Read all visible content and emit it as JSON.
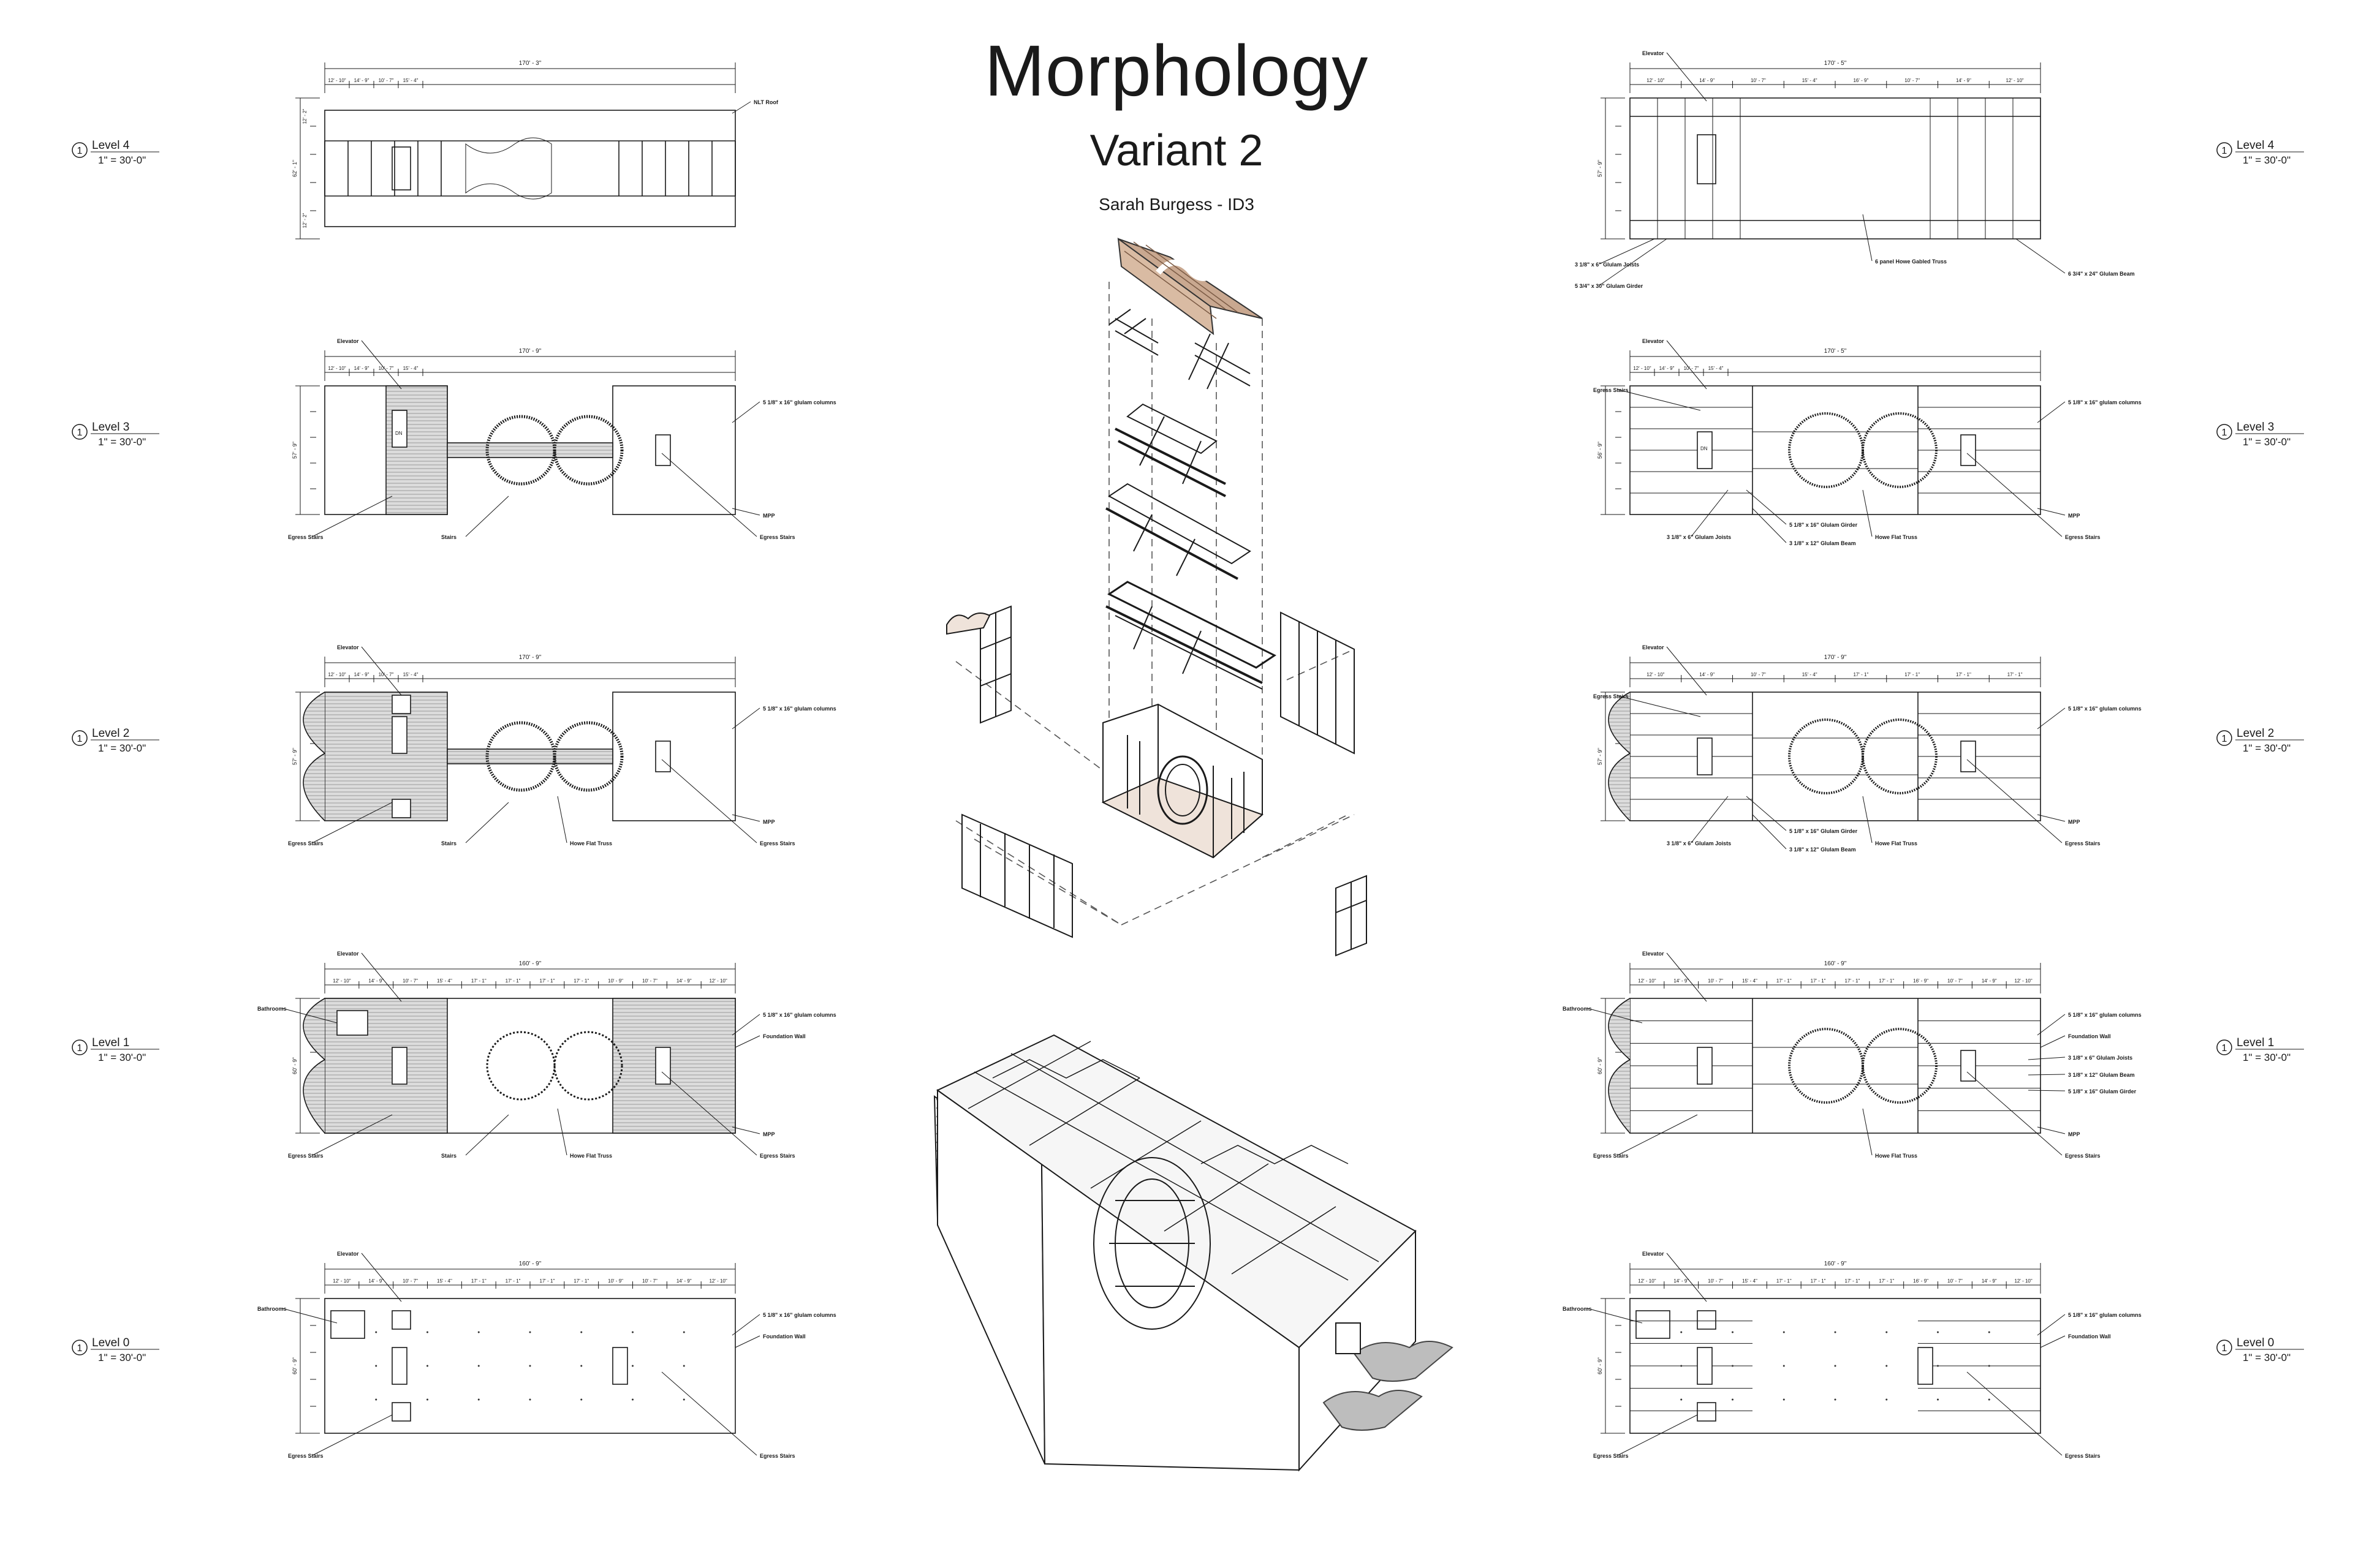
{
  "title": "Morphology",
  "subtitle": "Variant 2",
  "author": "Sarah Burgess - ID3",
  "scale": "1\" = 30'-0\"",
  "marker": "1",
  "left": [
    {
      "level": "Level 4",
      "overall": "170' - 3\"",
      "segs": [
        "12' - 10\"",
        "14' - 9\"",
        "10' - 7\"",
        "15' - 4\""
      ],
      "depth": "62' - 1\"",
      "dep_l": "12' - 2\"",
      "dep_b": "12' - 2\"",
      "notes": {
        "top_right": "NLT Roof"
      }
    },
    {
      "level": "Level 3",
      "overall": "170' - 9\"",
      "segs": [
        "12' - 10\"",
        "14' - 9\"",
        "10' - 7\"",
        "15' - 4\""
      ],
      "depth": "57' - 9\"",
      "notes": {
        "elevator": "Elevator",
        "col": "5 1/8\" x 16\" glulam columns",
        "mpp": "MPP",
        "egress_l": "Egress Stairs",
        "stairs": "Stairs",
        "egress_r": "Egress Stairs",
        "room": "DN"
      }
    },
    {
      "level": "Level 2",
      "overall": "170' - 9\"",
      "segs": [
        "12' - 10\"",
        "14' - 9\"",
        "10' - 7\"",
        "15' - 4\""
      ],
      "depth": "57' - 9\"",
      "notes": {
        "elevator": "Elevator",
        "col": "5 1/8\" x 16\" glulam columns",
        "mpp": "MPP",
        "egress_l": "Egress Stairs",
        "stairs": "Stairs",
        "truss": "Howe Flat Truss",
        "egress_r": "Egress Stairs"
      }
    },
    {
      "level": "Level 1",
      "overall": "160' - 9\"",
      "segs": [
        "12' - 10\"",
        "14' - 9\"",
        "10' - 7\"",
        "15' - 4\"",
        "17' - 1\"",
        "17' - 1\"",
        "17' - 1\"",
        "17' - 1\"",
        "10' - 9\"",
        "10' - 7\"",
        "14' - 9\"",
        "12' - 10\""
      ],
      "depth": "60' - 9\"",
      "notes": {
        "elevator": "Elevator",
        "bath": "Bathrooms",
        "col": "5 1/8\" x 16\" glulam columns",
        "fwall": "Foundation Wall",
        "mpp": "MPP",
        "egress_l": "Egress Stairs",
        "stairs": "Stairs",
        "truss": "Howe Flat Truss",
        "egress_r": "Egress Stairs"
      }
    },
    {
      "level": "Level 0",
      "overall": "160' - 9\"",
      "segs": [
        "12' - 10\"",
        "14' - 9\"",
        "10' - 7\"",
        "15' - 4\"",
        "17' - 1\"",
        "17' - 1\"",
        "17' - 1\"",
        "17' - 1\"",
        "10' - 9\"",
        "10' - 7\"",
        "14' - 9\"",
        "12' - 10\""
      ],
      "depth": "60' - 9\"",
      "notes": {
        "elevator": "Elevator",
        "bath": "Bathrooms",
        "col": "5 1/8\" x 16\" glulam columns",
        "fwall": "Foundation Wall",
        "egress_l": "Egress Stairs",
        "egress_r": "Egress Stairs"
      }
    }
  ],
  "right": [
    {
      "level": "Level 4",
      "overall": "170' - 5\"",
      "segs": [
        "12' - 10\"",
        "14' - 9\"",
        "10' - 7\"",
        "15' - 4\"",
        "16' - 9\"",
        "10' - 7\"",
        "14' - 9\"",
        "12' - 10\""
      ],
      "depth": "57' - 9\"",
      "notes": {
        "elevator": "Elevator",
        "truss": "6 panel Howe Gabled Truss",
        "joist": "3 1/8\" x 6\" Glulam Joists",
        "girder": "5 3/4\" x 30\" Glulam Girder",
        "beam": "6 3/4\" x 24\" Glulam Beam"
      }
    },
    {
      "level": "Level 3",
      "overall": "170' - 5\"",
      "segs": [
        "12' - 10\"",
        "14' - 9\"",
        "10' - 7\"",
        "15' - 4\""
      ],
      "depth": "56' - 9\"",
      "notes": {
        "elevator": "Elevator",
        "egress_t": "Egress Stairs",
        "col": "5 1/8\" x 16\" glulam columns",
        "mpp": "MPP",
        "joist": "3 1/8\" x 6\" Glulam Joists",
        "girder": "5 1/8\" x 16\" Glulam Girder",
        "beam": "3 1/8\" x 12\" Glulam Beam",
        "truss": "Howe Flat Truss",
        "egress_r": "Egress Stairs",
        "room": "DN"
      }
    },
    {
      "level": "Level 2",
      "overall": "170' - 9\"",
      "segs": [
        "12' - 10\"",
        "14' - 9\"",
        "10' - 7\"",
        "15' - 4\"",
        "17' - 1\"",
        "17' - 1\"",
        "17' - 1\"",
        "17' - 1\""
      ],
      "depth": "57' - 9\"",
      "notes": {
        "elevator": "Elevator",
        "egress_t": "Egress Stairs",
        "col": "5 1/8\" x 16\" glulam columns",
        "mpp": "MPP",
        "girder": "5 1/8\" x 16\" Glulam Girder",
        "beam": "3 1/8\" x 12\" Glulam Beam",
        "joist": "3 1/8\" x 6\" Glulam Joists",
        "truss": "Howe Flat Truss",
        "egress_r": "Egress Stairs"
      }
    },
    {
      "level": "Level 1",
      "overall": "160' - 9\"",
      "segs": [
        "12' - 10\"",
        "14' - 9\"",
        "10' - 7\"",
        "15' - 4\"",
        "17' - 1\"",
        "17' - 1\"",
        "17' - 1\"",
        "17' - 1\"",
        "16' - 9\"",
        "10' - 7\"",
        "14' - 9\"",
        "12' - 10\""
      ],
      "depth": "60' - 9\"",
      "notes": {
        "elevator": "Elevator",
        "bath": "Bathrooms",
        "col": "5 1/8\" x 16\" glulam columns",
        "fwall": "Foundation Wall",
        "joist": "3 1/8\" x 6\" Glulam Joists",
        "beam": "3 1/8\" x 12\" Glulam Beam",
        "girder": "5 1/8\" x 16\" Glulam Girder",
        "mpp": "MPP",
        "egress_l": "Egress Stairs",
        "truss": "Howe Flat Truss",
        "egress_r": "Egress Stairs"
      }
    },
    {
      "level": "Level 0",
      "overall": "160' - 9\"",
      "segs": [
        "12' - 10\"",
        "14' - 9\"",
        "10' - 7\"",
        "15' - 4\"",
        "17' - 1\"",
        "17' - 1\"",
        "17' - 1\"",
        "17' - 1\"",
        "16' - 9\"",
        "10' - 7\"",
        "14' - 9\"",
        "12' - 10\""
      ],
      "depth": "60' - 9\"",
      "notes": {
        "elevator": "Elevator",
        "bath": "Bathrooms",
        "fwall": "Foundation Wall",
        "col": "5 1/8\" x 16\" glulam columns",
        "egress_l": "Egress Stairs",
        "egress_r": "Egress Stairs"
      }
    }
  ]
}
